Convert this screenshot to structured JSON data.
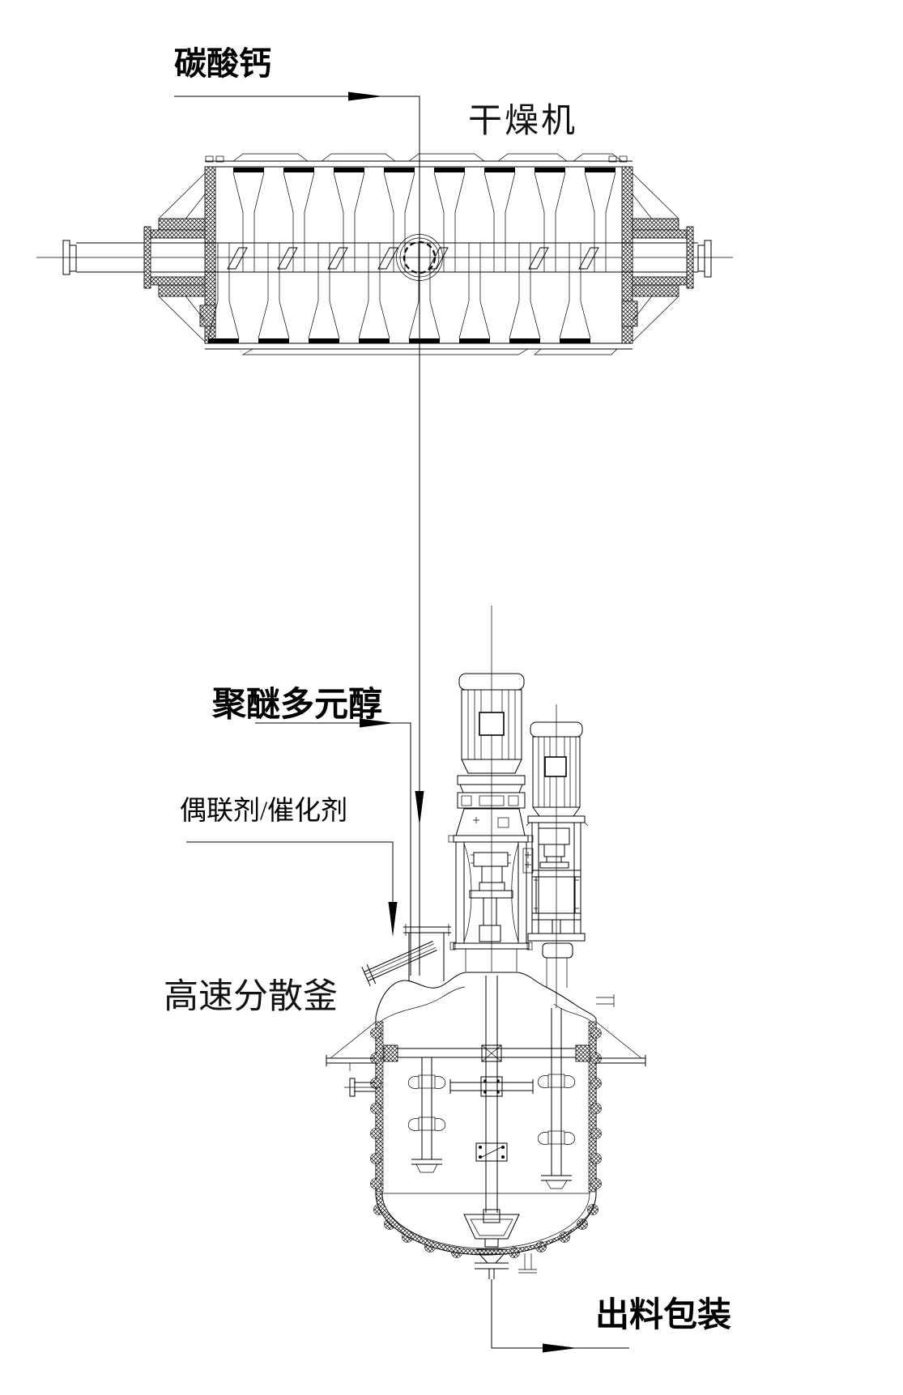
{
  "diagram": {
    "background_color": "#ffffff",
    "line_color": "#000000",
    "labels": {
      "calcium_carbonate": "碳酸钙",
      "dryer": "干燥机",
      "polyether_polyol": "聚醚多元醇",
      "coupling_agent_catalyst": "偶联剂/催化剂",
      "high_speed_disperser": "高速分散釜",
      "discharge_packaging": "出料包装"
    },
    "flow": [
      {
        "from": "碳酸钙",
        "to": "干燥机"
      },
      {
        "from": "干燥机",
        "to": "高速分散釜"
      },
      {
        "from": "聚醚多元醇",
        "to": "高速分散釜"
      },
      {
        "from": "偶联剂/催化剂",
        "to": "高速分散釜"
      },
      {
        "from": "高速分散釜",
        "to": "出料包装"
      }
    ]
  }
}
